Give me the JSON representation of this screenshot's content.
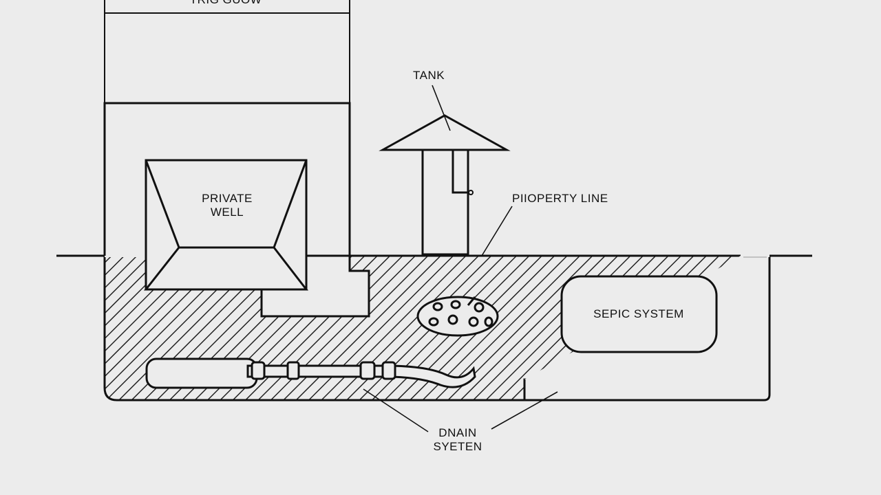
{
  "colors": {
    "background": "#ececec",
    "ink": "#111111",
    "hatch": "#222222"
  },
  "labels": {
    "top": "TRIG GUOW",
    "tank": "TANK",
    "well_line1": "PRIVATE",
    "well_line2": "WELL",
    "property_line": "PIIOPERTY LINE",
    "septic": "SEPIC SYSTEM",
    "drain_line1": "DNAIN",
    "drain_line2": "SYETEN"
  }
}
